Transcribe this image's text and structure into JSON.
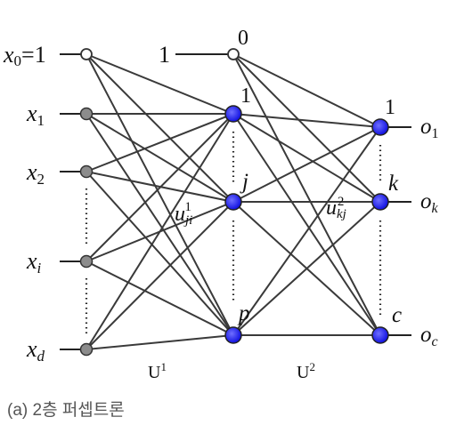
{
  "input_labels": {
    "x0": "x",
    "x0_sub": "0",
    "x0_eq": "=1",
    "x1": "x",
    "x1_sub": "1",
    "x2": "x",
    "x2_sub": "2",
    "xi": "x",
    "xi_sub": "i",
    "xd": "x",
    "xd_sub": "d"
  },
  "hidden_labels": {
    "bias_one": "1",
    "h0": "0",
    "h1": "1",
    "hj": "j",
    "hp": "p"
  },
  "output_labels": {
    "y1": "1",
    "yk": "k",
    "yc": "c"
  },
  "output_values": {
    "o1": "o",
    "o1_sub": "1",
    "ok": "o",
    "ok_sub": "k",
    "oc": "o",
    "oc_sub": "c"
  },
  "weight_labels": {
    "u1": "u",
    "u1_sub": "ji",
    "u1_sup": "1",
    "u2": "u",
    "u2_sub": "kj",
    "u2_sup": "2"
  },
  "matrix_labels": {
    "U1": "U",
    "U1_sup": "1",
    "U2": "U",
    "U2_sup": "2"
  },
  "caption": "(a) 2층 퍼셉트론",
  "colors": {
    "hidden_node": "#1a1aff",
    "input_node": "#8c8c8c",
    "bias_node": "#ffffff"
  }
}
